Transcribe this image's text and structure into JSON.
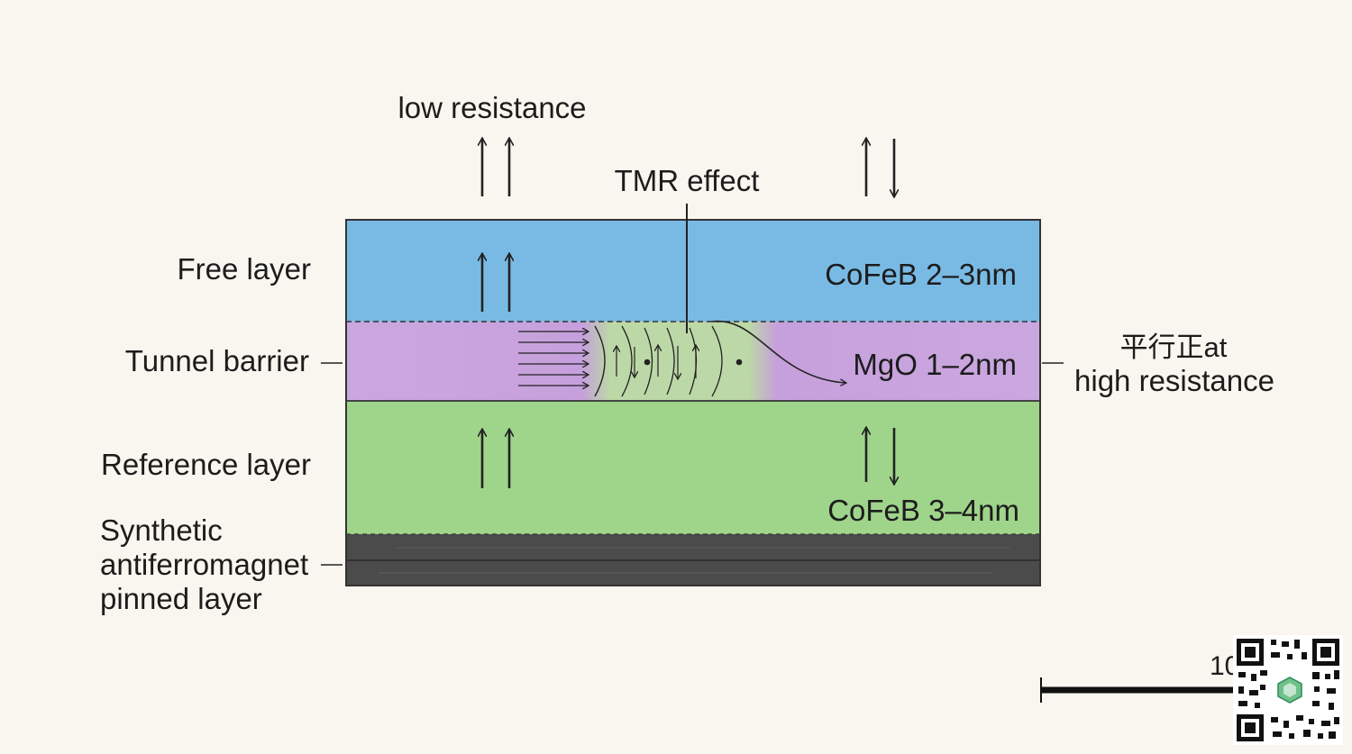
{
  "top_labels": {
    "low_resistance": "low resistance",
    "tmr_effect": "TMR effect"
  },
  "left_labels": {
    "free_layer": "Free layer",
    "tunnel_barrier": "Tunnel barrier",
    "reference_layer": "Reference layer",
    "saf_line1": "Synthetic",
    "saf_line2": "antiferromagnet",
    "saf_line3": "pinned layer"
  },
  "layer_specs": {
    "free": "CoFeB 2–3nm",
    "barrier": "MgO 1–2nm",
    "reference": "CoFeB 3–4nm"
  },
  "right_labels": {
    "line1": "平行正at",
    "line2": "high resistance"
  },
  "scale_bar": {
    "label": "10"
  },
  "colors": {
    "free_layer": "#67b2e2",
    "tunnel_barrier": "#c7a2dd",
    "reference_layer": "#95cf7e",
    "pinned_layer": "#4a4a4a",
    "background": "#f8f6ee"
  }
}
